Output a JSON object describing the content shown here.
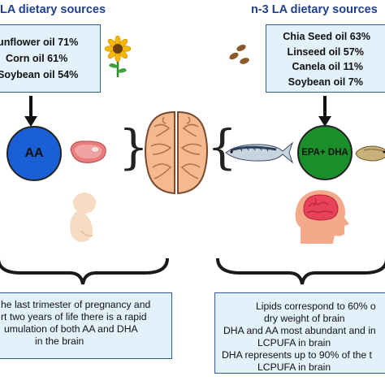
{
  "left": {
    "heading": "LA dietary sources",
    "sources": [
      "unflower oil 71%",
      "Corn oil 61%",
      "Soybean oil 54%"
    ],
    "node": "AA"
  },
  "right": {
    "heading": "n-3 LA dietary sources",
    "sources": [
      "Chia Seed oil 63%",
      "Linseed oil 57%",
      "Canela oil 11%",
      "Soybean oil 7%"
    ],
    "node": "EPA+ DHA"
  },
  "bottom_left": {
    "lines": [
      "he last trimester of pregnancy and",
      "rt two years of life there is a rapid",
      "umulation of both AA and DHA",
      "in the brain"
    ]
  },
  "bottom_right": {
    "lines": [
      "Lipids correspond to 60% o",
      "dry weight of brain",
      "DHA and AA most abundant and in",
      "LCPUFA in brain",
      "DHA represents up to 90% of the t",
      "LCPUFA in brain"
    ]
  },
  "colors": {
    "heading": "#1f3f8f",
    "box_fill": "#e3f1fb",
    "box_border": "#2f5da8",
    "aa_circle": "#1a5fd6",
    "epa_dha_circle": "#1b8f2a"
  }
}
